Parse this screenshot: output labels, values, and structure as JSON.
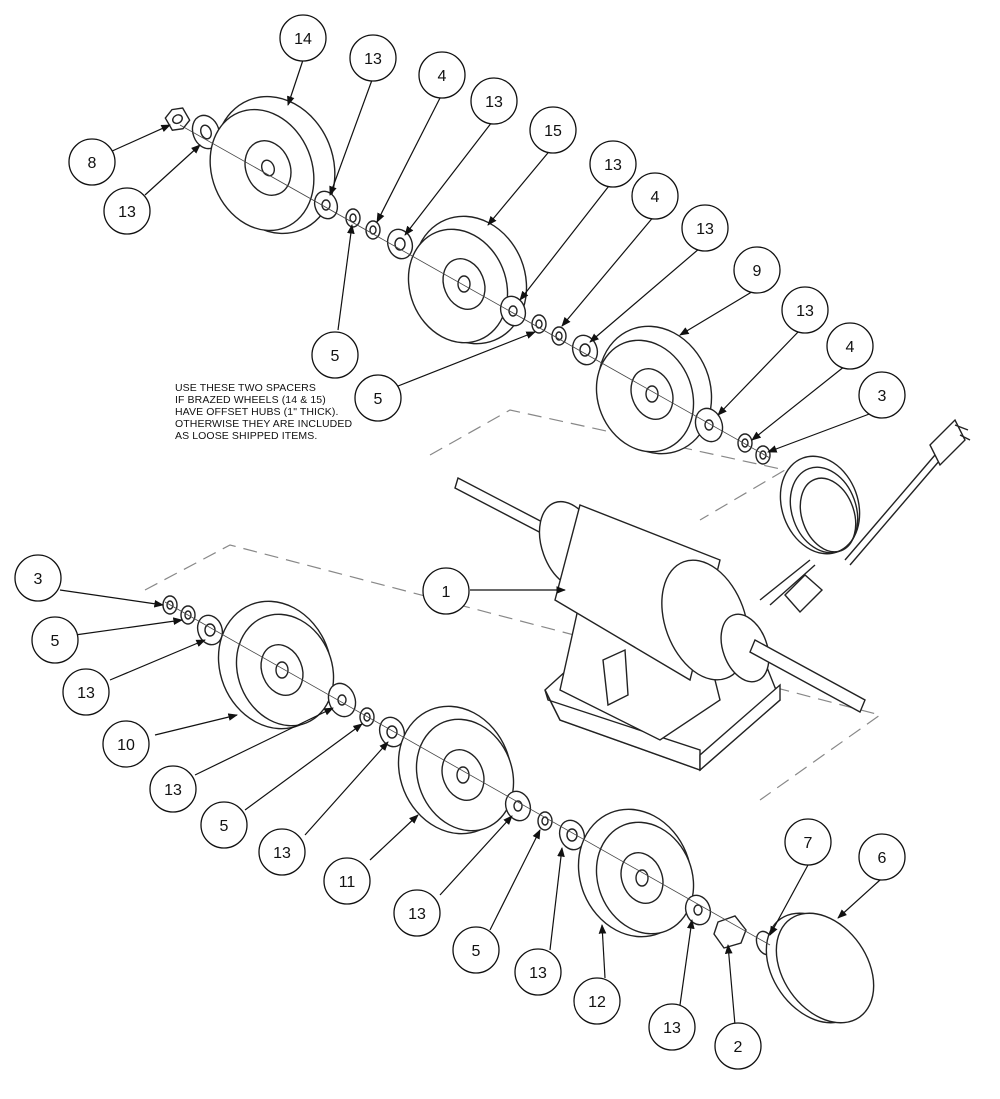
{
  "note": {
    "lines": [
      "USE THESE TWO SPACERS",
      "IF BRAZED WHEELS (14 & 15)",
      "HAVE OFFSET HUBS (1\" THICK).",
      "OTHERWISE THEY ARE INCLUDED",
      "AS LOOSE SHIPPED ITEMS."
    ]
  },
  "callouts": [
    {
      "id": "c-14",
      "label": "14"
    },
    {
      "id": "c-13a",
      "label": "13"
    },
    {
      "id": "c-4a",
      "label": "4"
    },
    {
      "id": "c-13b",
      "label": "13"
    },
    {
      "id": "c-15",
      "label": "15"
    },
    {
      "id": "c-13c",
      "label": "13"
    },
    {
      "id": "c-4b",
      "label": "4"
    },
    {
      "id": "c-13d",
      "label": "13"
    },
    {
      "id": "c-9",
      "label": "9"
    },
    {
      "id": "c-13e",
      "label": "13"
    },
    {
      "id": "c-4c",
      "label": "4"
    },
    {
      "id": "c-3a",
      "label": "3"
    },
    {
      "id": "c-8",
      "label": "8"
    },
    {
      "id": "c-13f",
      "label": "13"
    },
    {
      "id": "c-5a",
      "label": "5"
    },
    {
      "id": "c-5b",
      "label": "5"
    },
    {
      "id": "c-3b",
      "label": "3"
    },
    {
      "id": "c-5c",
      "label": "5"
    },
    {
      "id": "c-13g",
      "label": "13"
    },
    {
      "id": "c-1",
      "label": "1"
    },
    {
      "id": "c-10",
      "label": "10"
    },
    {
      "id": "c-13h",
      "label": "13"
    },
    {
      "id": "c-5d",
      "label": "5"
    },
    {
      "id": "c-13i",
      "label": "13"
    },
    {
      "id": "c-11",
      "label": "11"
    },
    {
      "id": "c-13j",
      "label": "13"
    },
    {
      "id": "c-5e",
      "label": "5"
    },
    {
      "id": "c-13k",
      "label": "13"
    },
    {
      "id": "c-12",
      "label": "12"
    },
    {
      "id": "c-13l",
      "label": "13"
    },
    {
      "id": "c-2",
      "label": "2"
    },
    {
      "id": "c-7",
      "label": "7"
    },
    {
      "id": "c-6",
      "label": "6"
    }
  ]
}
